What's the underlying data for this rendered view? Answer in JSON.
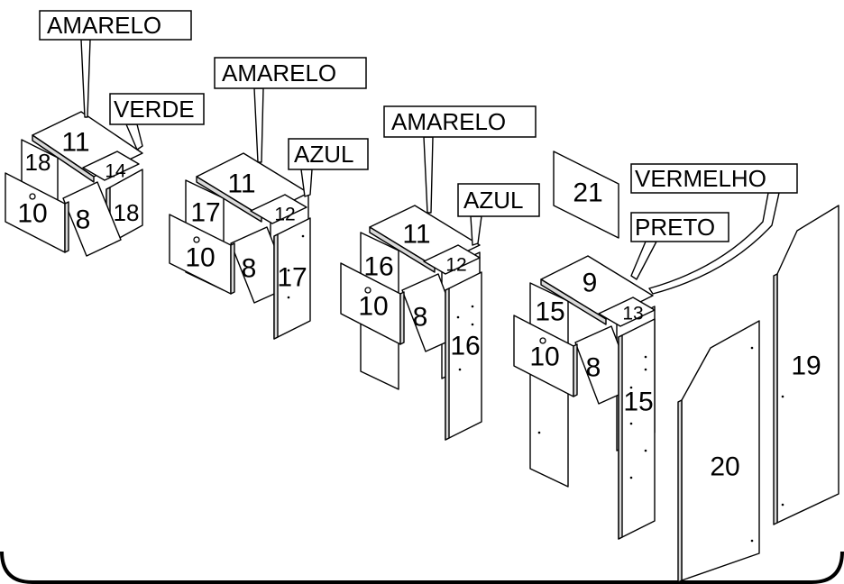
{
  "labels": {
    "amarelo": "AMARELO",
    "verde": "VERDE",
    "azul": "AZUL",
    "vermelho": "VERMELHO",
    "preto": "PRETO"
  },
  "parts": {
    "p8": "8",
    "p9": "9",
    "p10": "10",
    "p11": "11",
    "p12": "12",
    "p13": "13",
    "p14": "14",
    "p15": "15",
    "p16": "16",
    "p17": "17",
    "p18": "18",
    "p19": "19",
    "p20": "20",
    "p21": "21"
  }
}
